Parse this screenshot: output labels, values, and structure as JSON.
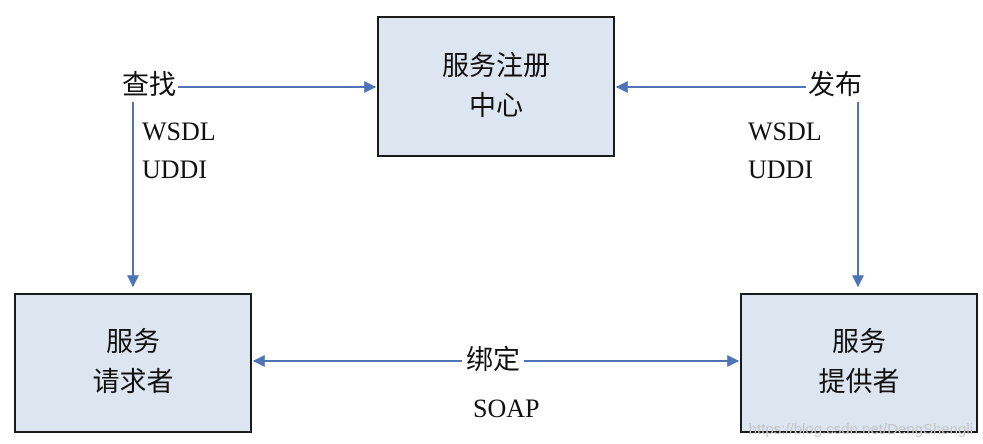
{
  "nodes": {
    "registry": [
      "服务注册",
      "中心"
    ],
    "requester": [
      "服务",
      "请求者"
    ],
    "provider": [
      "服务",
      "提供者"
    ]
  },
  "edges": {
    "find": {
      "label": "查找",
      "protocols": [
        "WSDL",
        "UDDI"
      ]
    },
    "publish": {
      "label": "发布",
      "protocols": [
        "WSDL",
        "UDDI"
      ]
    },
    "bind": {
      "label": "绑定",
      "protocols": [
        "SOAP"
      ]
    }
  },
  "colors": {
    "arrow": "#4f74b8",
    "box_fill": "#dde5f1",
    "box_border": "#1a1a1a"
  },
  "watermark": "https://blog.csdn.net/DengShengli"
}
